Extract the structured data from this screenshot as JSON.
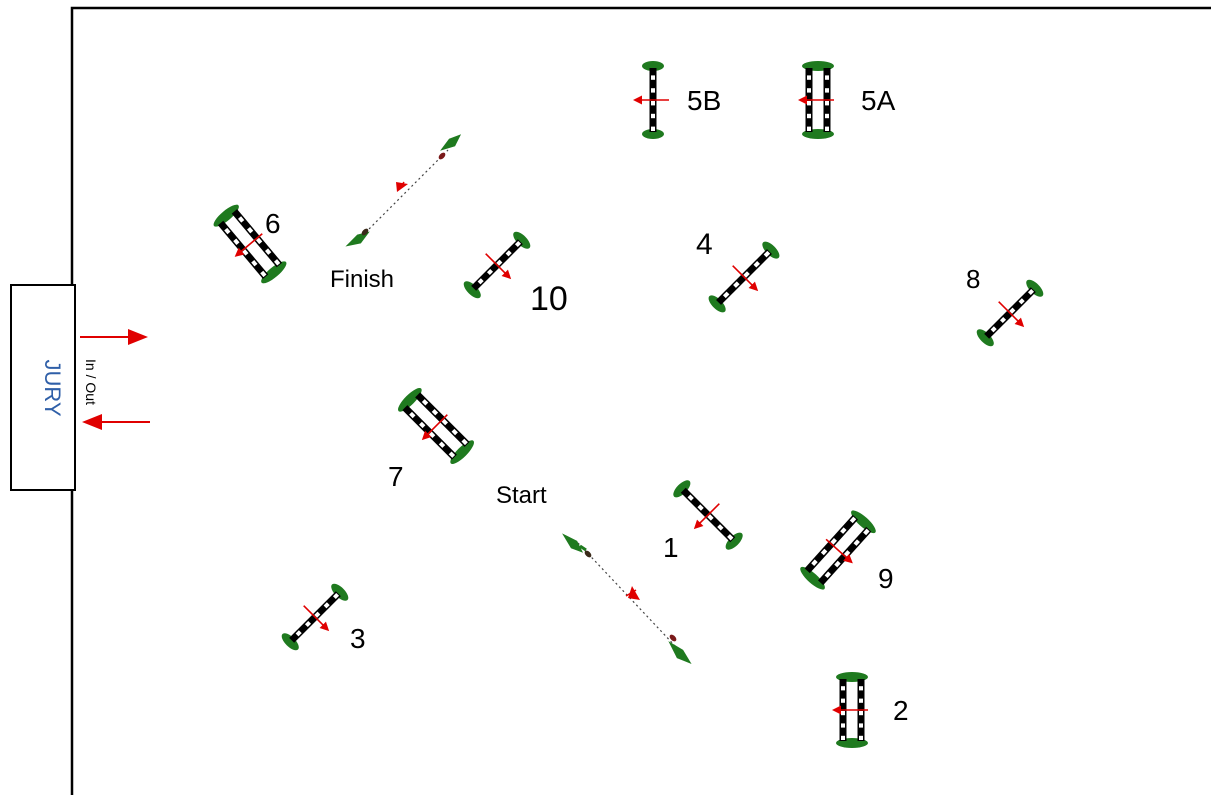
{
  "jury": {
    "label": "JURY",
    "gate_label": "In / Out"
  },
  "start_label": "Start",
  "finish_label": "Finish",
  "obstacles": [
    {
      "id": "1",
      "label": "1",
      "type": "vertical"
    },
    {
      "id": "2",
      "label": "2",
      "type": "oxer"
    },
    {
      "id": "3",
      "label": "3",
      "type": "vertical"
    },
    {
      "id": "4",
      "label": "4",
      "type": "vertical"
    },
    {
      "id": "5A",
      "label": "5A",
      "type": "oxer"
    },
    {
      "id": "5B",
      "label": "5B",
      "type": "vertical"
    },
    {
      "id": "6",
      "label": "6",
      "type": "oxer"
    },
    {
      "id": "7",
      "label": "7",
      "type": "oxer"
    },
    {
      "id": "8",
      "label": "8",
      "type": "vertical"
    },
    {
      "id": "9",
      "label": "9",
      "type": "oxer"
    },
    {
      "id": "10",
      "label": "10",
      "type": "vertical"
    }
  ],
  "colors": {
    "pole_dark": "#000000",
    "pole_light": "#ffffff",
    "standards": "#1f7a1f",
    "direction_arrow": "#e00000",
    "jury_text": "#2f5fa8",
    "arena_border": "#000000"
  }
}
